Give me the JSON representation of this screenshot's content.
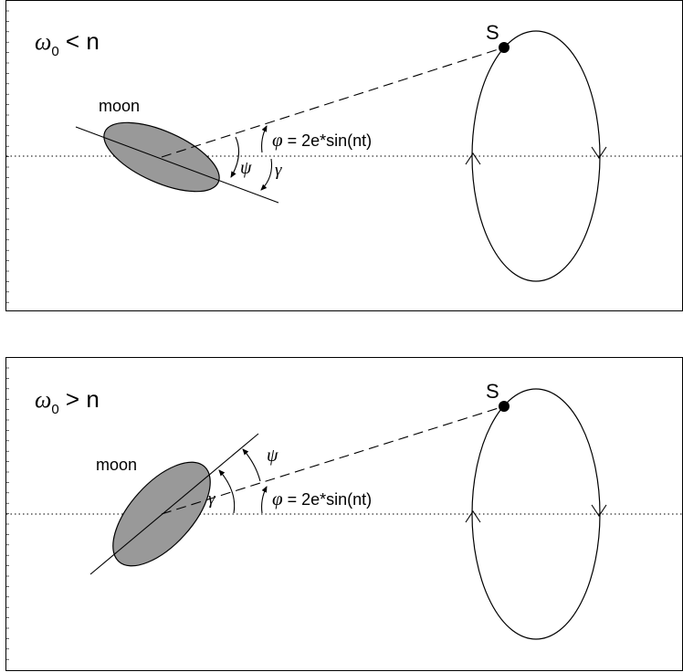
{
  "panels": [
    {
      "condition": {
        "omega": "ω",
        "sub": "0",
        "rest": " < n"
      },
      "moon_label": "moon",
      "spacecraft_label": "S",
      "psi": "ψ",
      "gamma": "γ",
      "phi_symbol": "φ",
      "phi_formula": " = 2e*sin(nt)"
    },
    {
      "condition": {
        "omega": "ω",
        "sub": "0",
        "rest": " > n"
      },
      "moon_label": "moon",
      "spacecraft_label": "S",
      "psi": "ψ",
      "gamma": "γ",
      "phi_symbol": "φ",
      "phi_formula": " = 2e*sin(nt)"
    }
  ],
  "colors": {
    "moon_fill": "#999999",
    "stroke": "#000000"
  }
}
